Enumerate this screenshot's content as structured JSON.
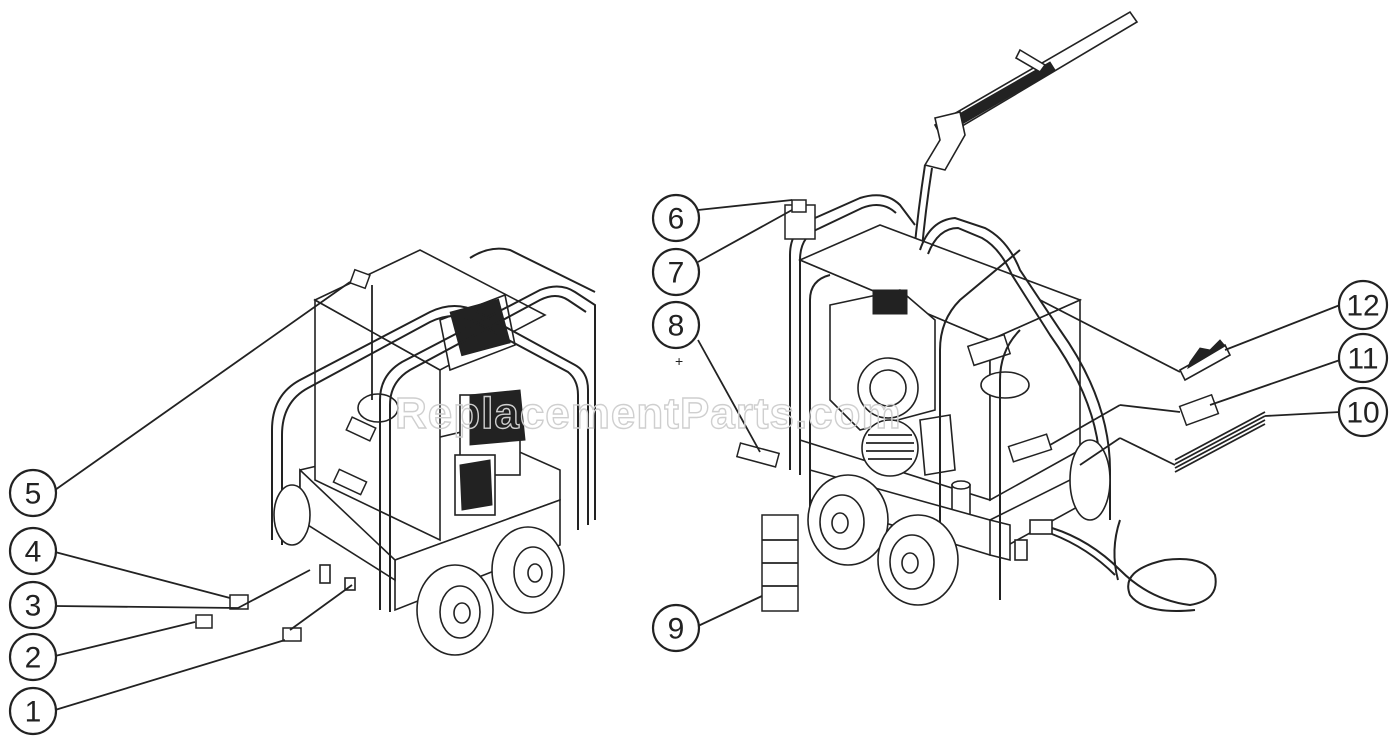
{
  "diagram": {
    "watermark": "ReplacementParts.com",
    "callouts": [
      "1",
      "2",
      "3",
      "4",
      "5",
      "6",
      "7",
      "8",
      "9",
      "10",
      "11",
      "12"
    ]
  }
}
